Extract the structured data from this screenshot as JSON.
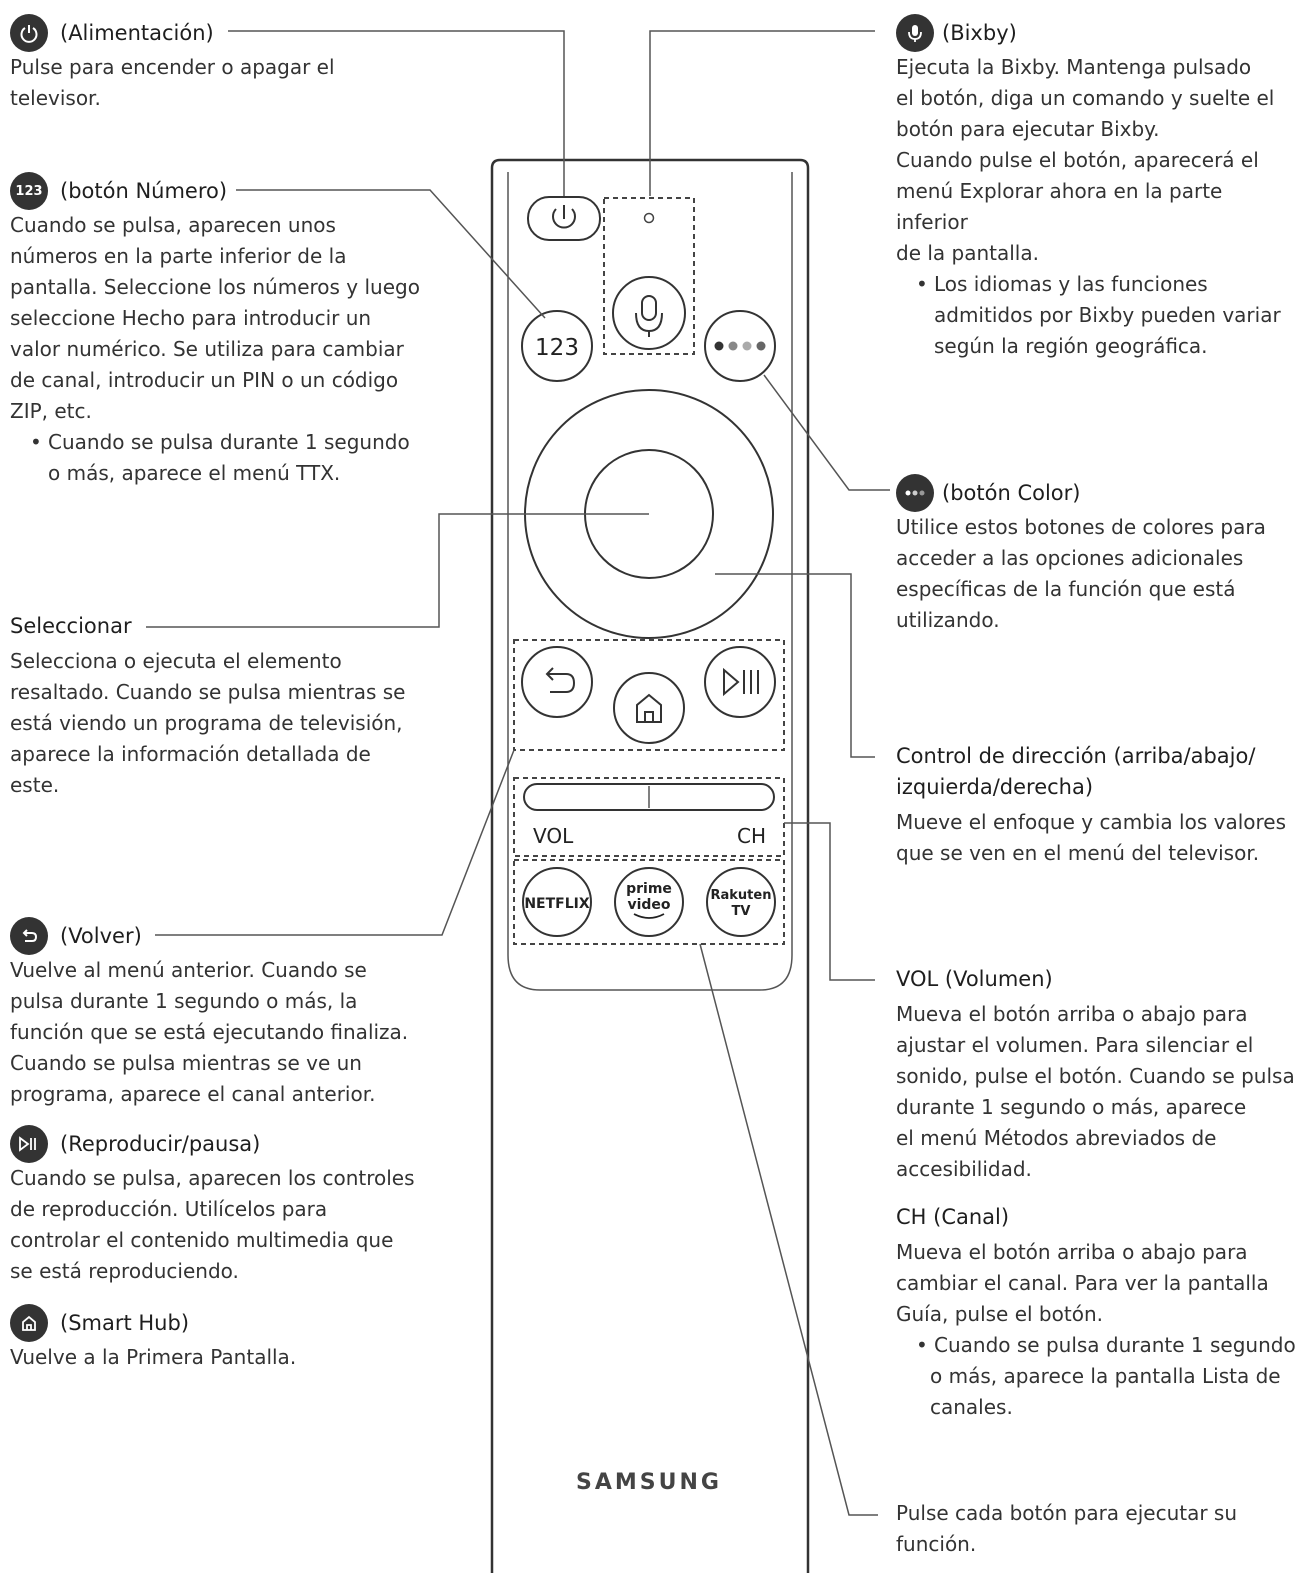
{
  "power": {
    "icon": "power-icon",
    "title": "(Alimentación)",
    "lines": [
      "Pulse para encender o apagar el",
      "televisor."
    ]
  },
  "number": {
    "icon": "123-icon",
    "icon_text": "123",
    "title": "(botón Número)",
    "lines": [
      "Cuando se pulsa, aparecen unos",
      "números en la parte inferior de la",
      "pantalla. Seleccione los números y luego",
      "seleccione Hecho para introducir un",
      "valor numérico. Se utiliza para cambiar",
      "de canal, introducir un PIN o un código",
      "ZIP, etc."
    ],
    "bullet": [
      "Cuando se pulsa durante 1 segundo",
      "o más, aparece el menú TTX."
    ]
  },
  "select": {
    "title": "Seleccionar",
    "lines": [
      "Selecciona o ejecuta el elemento",
      "resaltado. Cuando se pulsa mientras se",
      "está viendo un programa de televisión,",
      "aparece la información detallada de",
      "este."
    ]
  },
  "back": {
    "icon": "back-icon",
    "title": "(Volver)",
    "lines": [
      "Vuelve al menú anterior. Cuando se",
      "pulsa durante 1 segundo o más, la",
      "función que se está ejecutando finaliza.",
      "Cuando se pulsa mientras se ve un",
      "programa, aparece el canal anterior."
    ]
  },
  "play": {
    "icon": "play-pause-icon",
    "title": "(Reproducir/pausa)",
    "lines": [
      "Cuando se pulsa, aparecen los controles",
      "de reproducción. Utilícelos para",
      "controlar el contenido multimedia que",
      "se está reproduciendo."
    ]
  },
  "hub": {
    "icon": "home-icon",
    "title": "(Smart Hub)",
    "lines": [
      "Vuelve a la Primera Pantalla."
    ]
  },
  "bixby": {
    "icon": "microphone-icon",
    "title": "(Bixby)",
    "lines": [
      "Ejecuta la Bixby. Mantenga pulsado",
      "el botón, diga un comando y suelte el",
      "botón para ejecutar Bixby.",
      "Cuando pulse el botón, aparecerá el",
      "menú Explorar ahora en la parte inferior",
      "de la pantalla."
    ],
    "bullet": [
      "Los idiomas y las funciones",
      "admitidos por Bixby pueden variar",
      "según la región geográfica."
    ]
  },
  "color": {
    "icon": "color-dots-icon",
    "title": "(botón Color)",
    "lines": [
      "Utilice estos botones de colores para",
      "acceder a las opciones adicionales",
      "específicas de la función que está",
      "utilizando."
    ]
  },
  "direction": {
    "title_lines": [
      "Control de dirección (arriba/abajo/",
      "izquierda/derecha)"
    ],
    "lines": [
      "Mueve el enfoque y cambia los valores",
      "que se ven en el menú del televisor."
    ]
  },
  "vol": {
    "title": "VOL (Volumen)",
    "lines": [
      "Mueva el botón arriba o abajo para",
      "ajustar el volumen. Para silenciar el",
      "sonido, pulse el botón. Cuando se pulsa",
      "durante 1 segundo o más, aparece",
      "el menú Métodos abreviados de",
      "accesibilidad."
    ]
  },
  "ch": {
    "title": "CH (Canal)",
    "lines": [
      "Mueva el botón arriba o abajo para",
      "cambiar el canal. Para ver la pantalla",
      "Guía, pulse el botón."
    ],
    "bullet": [
      "Cuando se pulsa durante 1 segundo",
      "o más, aparece la pantalla Lista de",
      "canales."
    ]
  },
  "apps": {
    "lines": [
      "Pulse cada botón para ejecutar su",
      "función."
    ]
  },
  "remote": {
    "btn_123": "123",
    "vol": "VOL",
    "ch": "CH",
    "netflix": "NETFLIX",
    "prime_1": "prime",
    "prime_2": "video",
    "rakuten_1": "Rakuten",
    "rakuten_2": "TV",
    "brand": "SAMSUNG"
  }
}
